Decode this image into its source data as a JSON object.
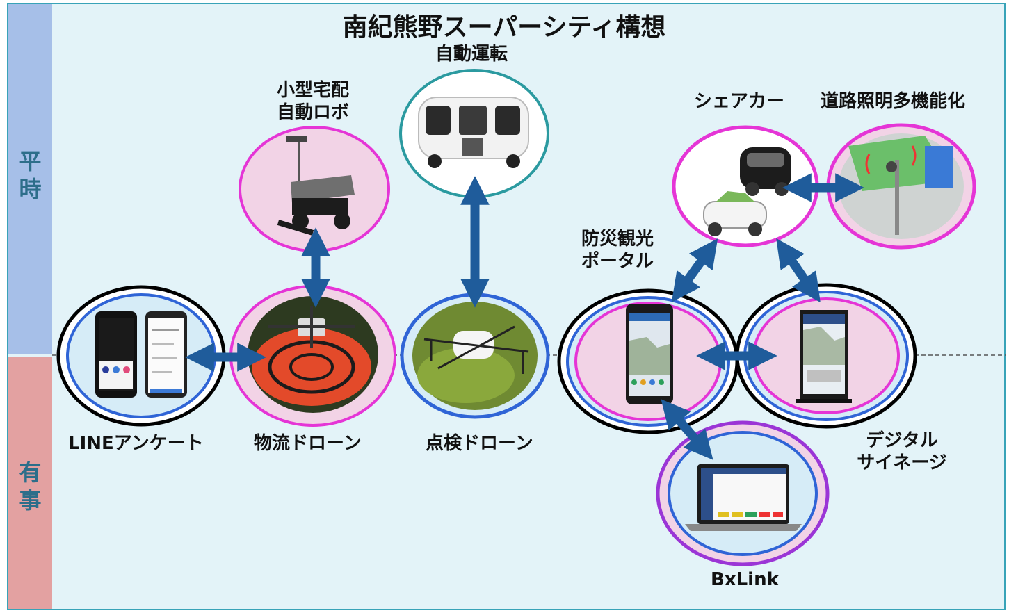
{
  "title": "南紀熊野スーパーシティ構想",
  "bands": {
    "normal": "平\n時",
    "emergency": "有\n事"
  },
  "labels": {
    "line_survey": "LINEアンケート",
    "logistics_drone": "物流ドローン",
    "inspection_drone": "点検ドローン",
    "delivery_robot_1": "小型宅配",
    "delivery_robot_2": "自動ロボ",
    "autonomous_driving": "自動運転",
    "share_car": "シェアカー",
    "street_light": "道路照明多機能化",
    "portal_1": "防災観光",
    "portal_2": "ポータル",
    "signage_1": "デジタル",
    "signage_2": "サイネージ",
    "bxlink": "BxLink"
  },
  "colors": {
    "frame_bg": "#e3f3f8",
    "normal_band": "#a6bfe8",
    "emergency_band": "#e3a1a1",
    "arrow": "#1f5c9b",
    "ring_blue": "#2f64d6",
    "ring_magenta": "#e535d6",
    "ring_purple": "#9b35d6",
    "ring_teal": "#2b9aa0",
    "node_fill_blue": "#d6ecf7",
    "node_fill_pink": "#f2d3e6"
  }
}
